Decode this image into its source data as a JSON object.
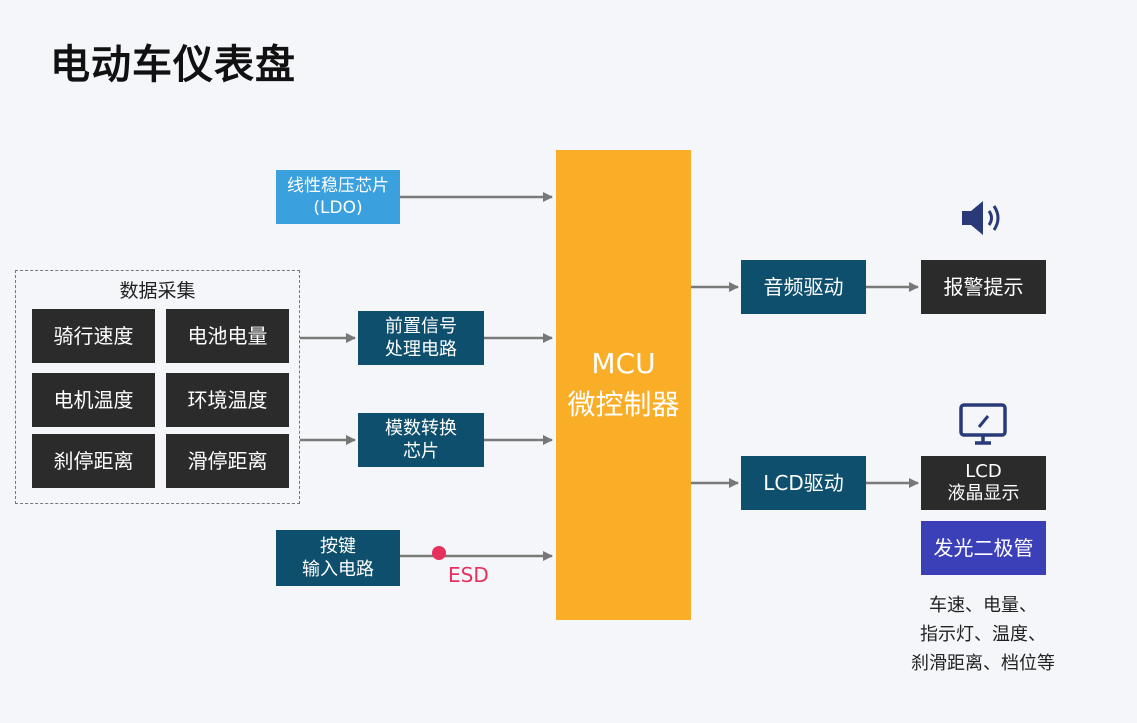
{
  "title": "电动车仪表盘",
  "ldo": {
    "line1": "线性稳压芯片",
    "line2": "(LDO)"
  },
  "data_collect": {
    "label": "数据采集",
    "items": [
      "骑行速度",
      "电池电量",
      "电机温度",
      "环境温度",
      "刹停距离",
      "滑停距离"
    ]
  },
  "preproc": {
    "line1": "前置信号",
    "line2": "处理电路"
  },
  "adc": {
    "line1": "模数转换",
    "line2": "芯片"
  },
  "keys": {
    "line1": "按键",
    "line2": "输入电路"
  },
  "esd": "ESD",
  "mcu": {
    "line1": "MCU",
    "line2": "微控制器"
  },
  "audio_driver": "音频驱动",
  "alarm": "报警提示",
  "lcd_driver": "LCD驱动",
  "lcd": {
    "line1": "LCD",
    "line2": "液晶显示"
  },
  "led": "发光二极管",
  "note": {
    "line1": "车速、电量、",
    "line2": "指示灯、温度、",
    "line3": "刹滑距离、档位等"
  },
  "icons": {
    "speaker": "speaker-icon",
    "monitor": "monitor-icon"
  },
  "colors": {
    "mcu": "#faad27",
    "teal": "#0e4f6e",
    "dark": "#2b2b2b",
    "ldo": "#3aa0de",
    "led": "#3b3fb8",
    "esd": "#e8305e"
  }
}
